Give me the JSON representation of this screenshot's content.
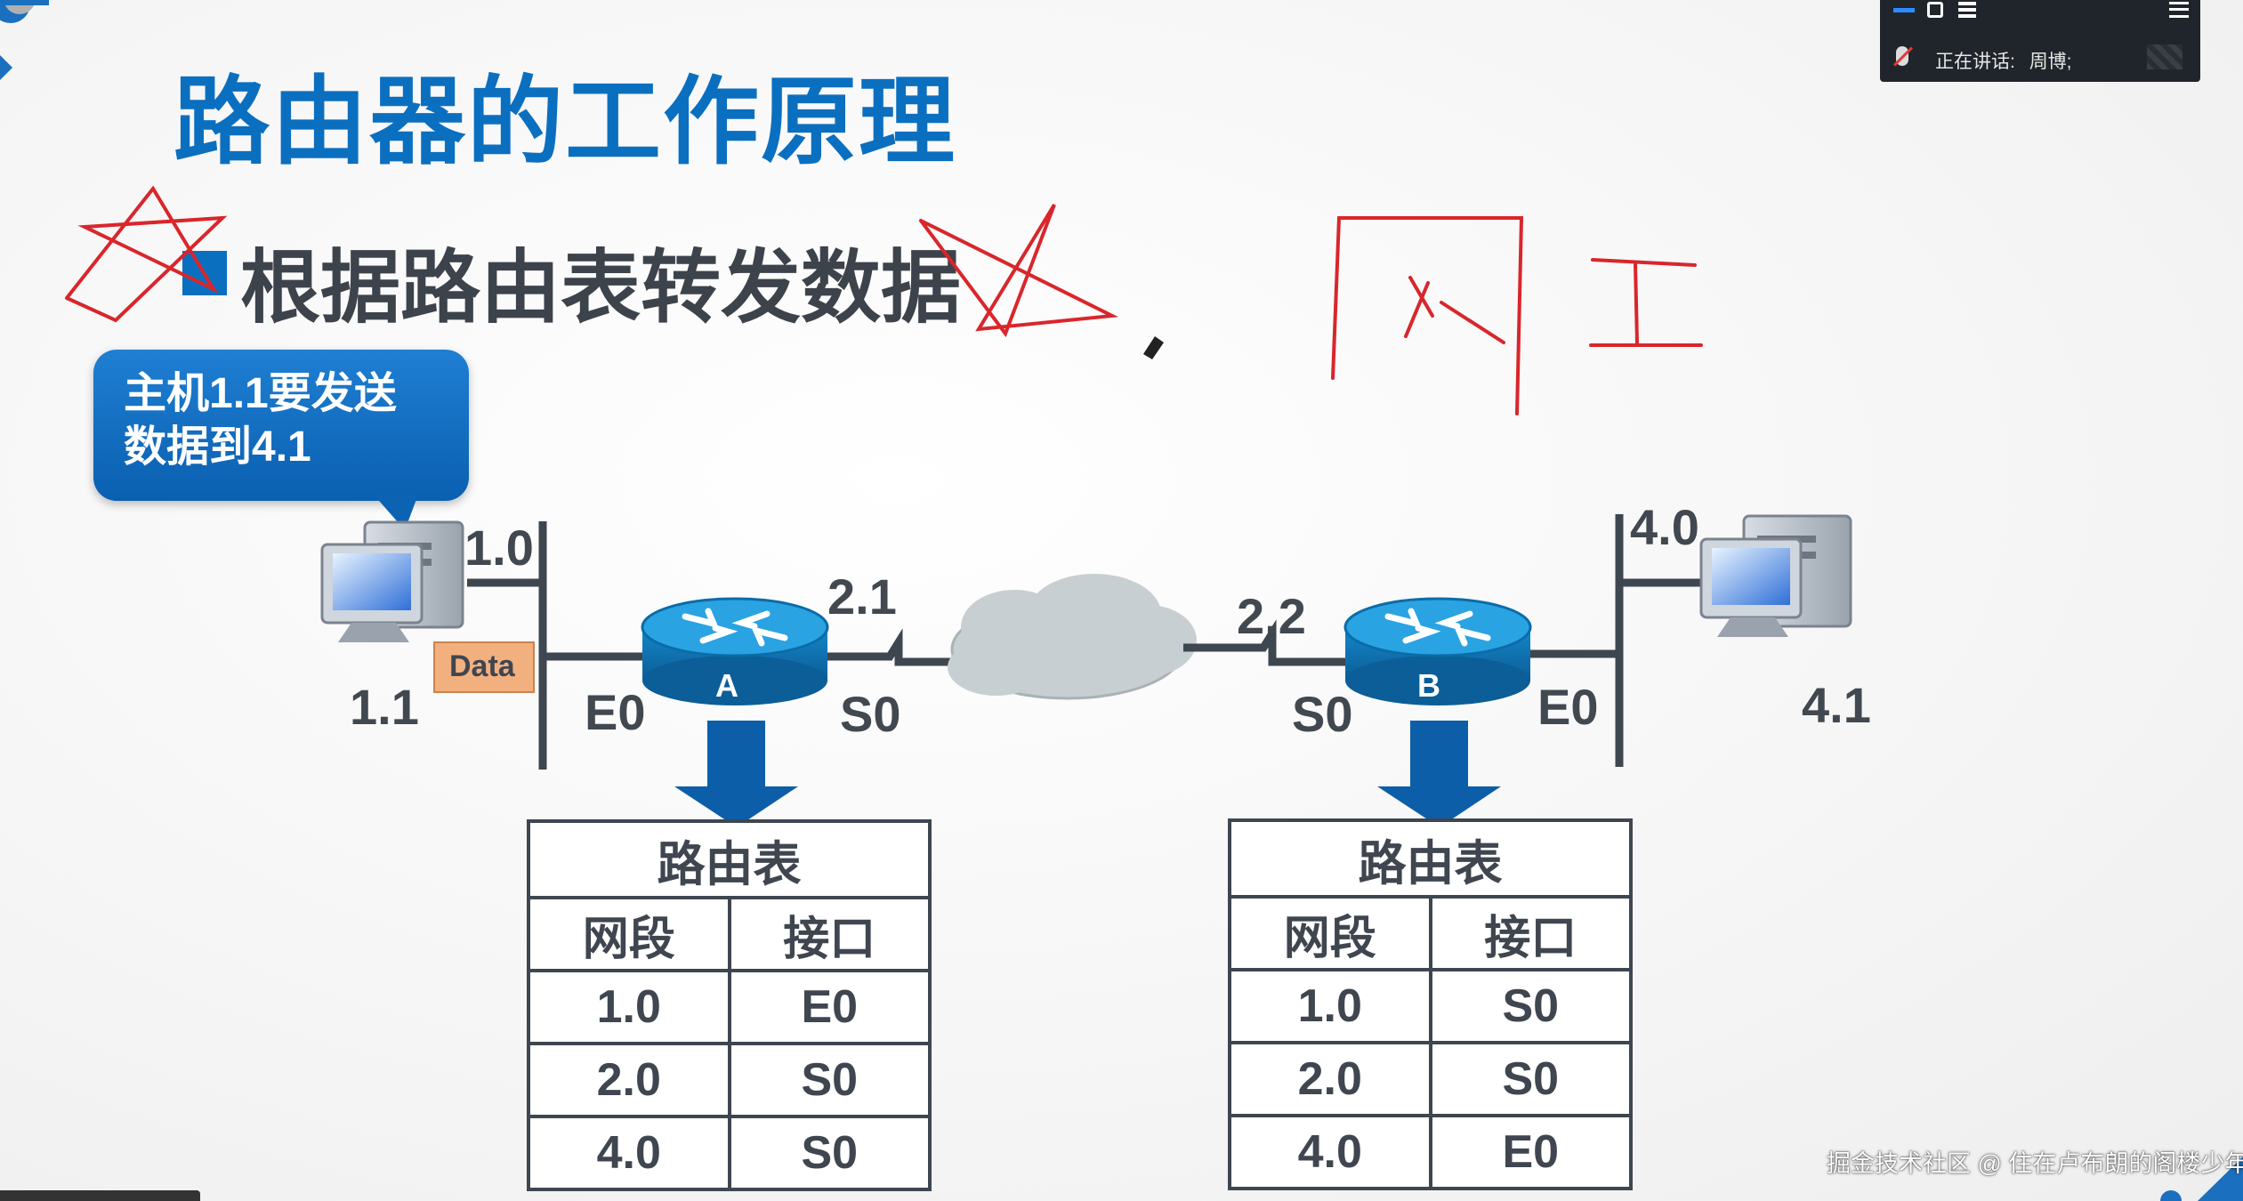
{
  "slide": {
    "title": "路由器的工作原理",
    "bullet": "根据路由表转发数据",
    "callout": {
      "line1": "主机1.1要发送",
      "line2": "数据到4.1"
    }
  },
  "network": {
    "host_left_address": "1.1",
    "host_right_address": "4.1",
    "network_left": "1.0",
    "network_right": "4.0",
    "router_a": {
      "name": "A",
      "e0": "E0",
      "s0": "S0",
      "serial_ip": "2.1"
    },
    "router_b": {
      "name": "B",
      "e0": "E0",
      "s0": "S0",
      "serial_ip": "2.2"
    },
    "packet_label": "Data"
  },
  "routing_tables": [
    {
      "caption": "路由表",
      "headers": [
        "网段",
        "接口"
      ],
      "rows": [
        [
          "1.0",
          "E0"
        ],
        [
          "2.0",
          "S0"
        ],
        [
          "4.0",
          "S0"
        ]
      ]
    },
    {
      "caption": "路由表",
      "headers": [
        "网段",
        "接口"
      ],
      "rows": [
        [
          "1.0",
          "S0"
        ],
        [
          "2.0",
          "S0"
        ],
        [
          "4.0",
          "E0"
        ]
      ]
    }
  ],
  "meeting": {
    "speaking_label": "正在讲话:",
    "speaker": "周博;"
  },
  "watermark": "掘金技术社区 @ 住在卢布朗的阁楼少年",
  "colors": {
    "accent": "#0b6fc0",
    "annotation": "#d9262b",
    "router": "#1d8fd0"
  }
}
